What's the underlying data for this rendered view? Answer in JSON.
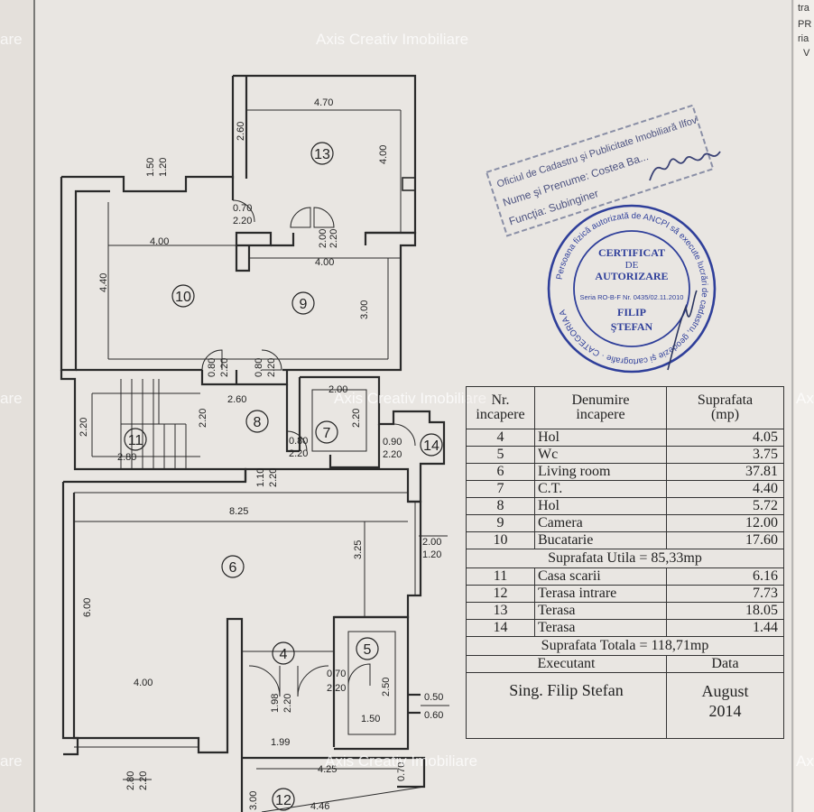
{
  "watermark": {
    "brand": "Axis Creativ Imobiliare",
    "edge_fragment_left": "are",
    "edge_fragment_right": "Axis"
  },
  "rooms": [
    {
      "number": "4"
    },
    {
      "number": "5"
    },
    {
      "number": "6"
    },
    {
      "number": "7"
    },
    {
      "number": "8"
    },
    {
      "number": "9"
    },
    {
      "number": "10"
    },
    {
      "number": "11"
    },
    {
      "number": "12"
    },
    {
      "number": "13"
    },
    {
      "number": "14"
    }
  ],
  "dimensions": {
    "d_470": "4.70",
    "d_260_top": "2.60",
    "d_400_r13": "4.00",
    "d_150": "1.50",
    "d_120_top": "1.20",
    "d_070_a": "0.70",
    "d_220_a": "2.20",
    "d_400_r10": "4.00",
    "d_440": "4.40",
    "d_400_r9": "4.00",
    "d_300_r9": "3.00",
    "d_200_door9": "2.00",
    "d_220_door9": "2.20",
    "d_080_a": "0.80",
    "d_220_b": "2.20",
    "d_080_b": "0.80",
    "d_220_c": "2.20",
    "d_200_r7": "2.00",
    "d_220_r7": "2.20",
    "d_260_r8": "2.60",
    "d_220_r8": "2.20",
    "d_220_r11": "2.20",
    "d_280_r11": "2.80",
    "d_080_c": "0.80",
    "d_220_d": "2.20",
    "d_090": "0.90",
    "d_220_e": "2.20",
    "d_110": "1.10",
    "d_220_f": "2.20",
    "d_825": "8.25",
    "d_325": "3.25",
    "d_200_right": "2.00",
    "d_120_right": "1.20",
    "d_600": "6.00",
    "d_400_r6": "4.00",
    "d_070_b": "0.70",
    "d_220_g": "2.20",
    "d_198": "1.98",
    "d_220_h": "2.20",
    "d_250": "2.50",
    "d_150_r5": "1.50",
    "d_050": "0.50",
    "d_060": "0.60",
    "d_199": "1.99",
    "d_425": "4.25",
    "d_070_c": "0.70",
    "d_280_bottom": "2.80",
    "d_220_bottom": "2.20",
    "d_300_bottom": "3.00",
    "d_446": "4.46"
  },
  "stamp_rect": {
    "line1": "Oficiul de Cadastru şi Publicitate Imobiliară Ilfov",
    "line2": "Nume şi Prenume: Costea Ba...",
    "line3": "Funcţia: Subinginer"
  },
  "stamp_round": {
    "title1": "CERTIFICAT",
    "title2": "DE",
    "title3": "AUTORIZARE",
    "serial": "Seria RO-B-F Nr. 0435/02.11.2010",
    "name1": "FILIP",
    "name2": "ŞTEFAN",
    "ring_text": "Persoana fizică autorizată de ANCPI să execute lucrări de cadastru, geodezie şi cartografie · CATEGORIA A"
  },
  "table": {
    "header": {
      "nr": "Nr.\nincapere",
      "name": "Denumire\nincapere",
      "area": "Suprafata\n(mp)"
    },
    "rows_a": [
      {
        "nr": "4",
        "name": "Hol",
        "area": "4.05"
      },
      {
        "nr": "5",
        "name": "Wc",
        "area": "3.75"
      },
      {
        "nr": "6",
        "name": "Living room",
        "area": "37.81"
      },
      {
        "nr": "7",
        "name": "C.T.",
        "area": "4.40"
      },
      {
        "nr": "8",
        "name": "Hol",
        "area": "5.72"
      },
      {
        "nr": "9",
        "name": "Camera",
        "area": "12.00"
      },
      {
        "nr": "10",
        "name": "Bucatarie",
        "area": "17.60"
      }
    ],
    "utila": "Suprafata Utila = 85,33mp",
    "rows_b": [
      {
        "nr": "11",
        "name": "Casa scarii",
        "area": "6.16"
      },
      {
        "nr": "12",
        "name": "Terasa intrare",
        "area": "7.73"
      },
      {
        "nr": "13",
        "name": "Terasa",
        "area": "18.05"
      },
      {
        "nr": "14",
        "name": "Terasa",
        "area": "1.44"
      }
    ],
    "totala": "Suprafata Totala = 118,71mp",
    "executant_label": "Executant",
    "data_label": "Data",
    "executant_name": "Sing. Filip Stefan",
    "date": "August\n2014"
  },
  "right_edge_text": [
    "tra",
    "PR",
    "ria",
    "V"
  ],
  "colors": {
    "paper": "#e4e0db",
    "ink": "#2a2a2a",
    "stamp_blue": "#2f3f9a",
    "stamp_grey": "#5a5f8a"
  }
}
